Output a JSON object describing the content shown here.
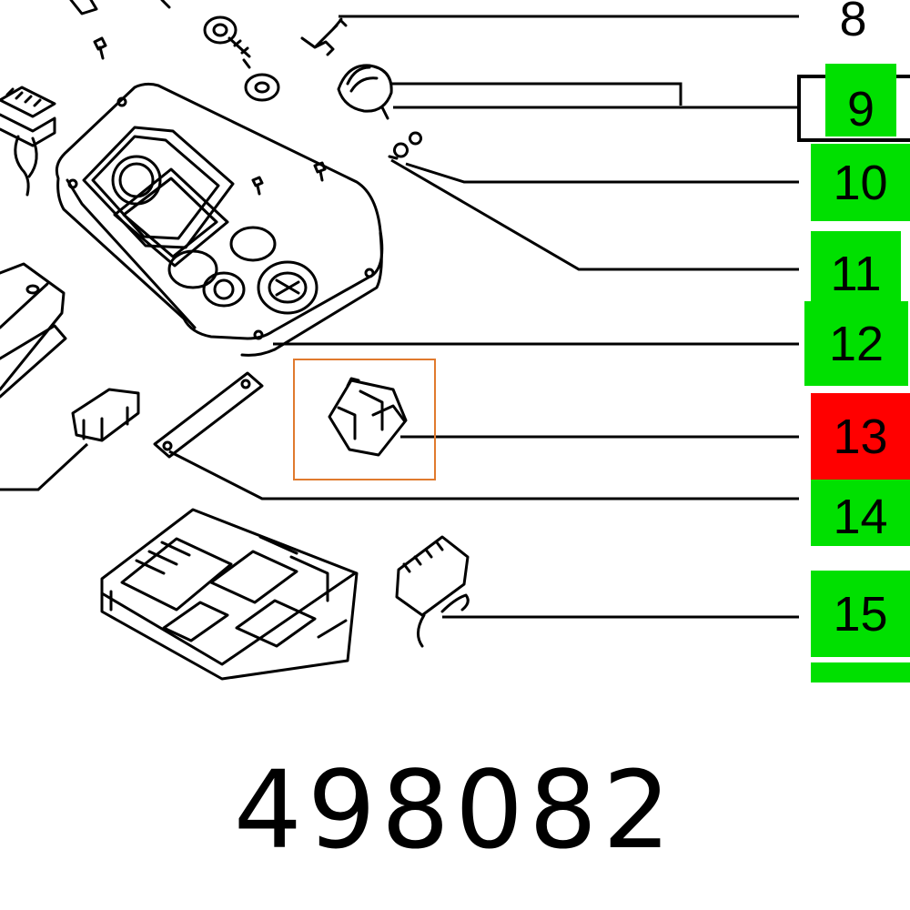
{
  "diagram": {
    "callouts": [
      {
        "label": "8",
        "fill": "none"
      },
      {
        "label": "9",
        "fill": "green"
      },
      {
        "label": "10",
        "fill": "green"
      },
      {
        "label": "11",
        "fill": "green"
      },
      {
        "label": "12",
        "fill": "green"
      },
      {
        "label": "13",
        "fill": "red"
      },
      {
        "label": "14",
        "fill": "green"
      },
      {
        "label": "15",
        "fill": "green"
      }
    ],
    "highlighted_callout": "13",
    "colors": {
      "available": "#00e000",
      "selected": "#ff0000",
      "highlight_frame": "#e07a2e",
      "line": "#000000"
    }
  },
  "part_number": "498082"
}
